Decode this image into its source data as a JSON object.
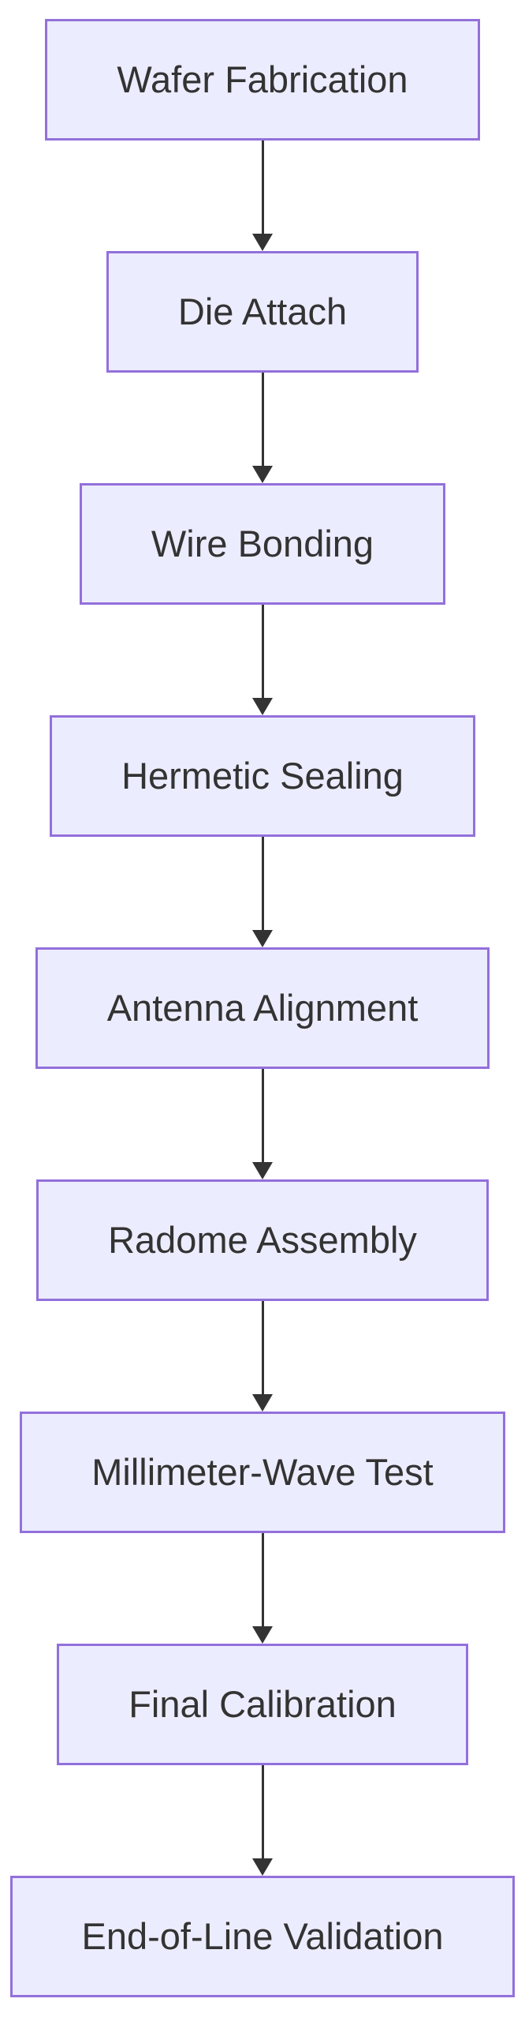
{
  "diagram": {
    "type": "flowchart",
    "direction": "top-down",
    "nodes": [
      {
        "id": "wafer-fabrication",
        "label": "Wafer Fabrication"
      },
      {
        "id": "die-attach",
        "label": "Die Attach"
      },
      {
        "id": "wire-bonding",
        "label": "Wire Bonding"
      },
      {
        "id": "hermetic-sealing",
        "label": "Hermetic Sealing"
      },
      {
        "id": "antenna-alignment",
        "label": "Antenna Alignment"
      },
      {
        "id": "radome-assembly",
        "label": "Radome Assembly"
      },
      {
        "id": "millimeter-wave-test",
        "label": "Millimeter-Wave Test"
      },
      {
        "id": "final-calibration",
        "label": "Final Calibration"
      },
      {
        "id": "end-of-line-validation",
        "label": "End-of-Line Validation"
      }
    ],
    "edges": [
      {
        "from": "wafer-fabrication",
        "to": "die-attach"
      },
      {
        "from": "die-attach",
        "to": "wire-bonding"
      },
      {
        "from": "wire-bonding",
        "to": "hermetic-sealing"
      },
      {
        "from": "hermetic-sealing",
        "to": "antenna-alignment"
      },
      {
        "from": "antenna-alignment",
        "to": "radome-assembly"
      },
      {
        "from": "radome-assembly",
        "to": "millimeter-wave-test"
      },
      {
        "from": "millimeter-wave-test",
        "to": "final-calibration"
      },
      {
        "from": "final-calibration",
        "to": "end-of-line-validation"
      }
    ]
  },
  "colors": {
    "node_fill": "#ECECFF",
    "node_border": "#9370DB",
    "node_text": "#333333",
    "edge": "#333333",
    "background": "#FFFFFF"
  }
}
